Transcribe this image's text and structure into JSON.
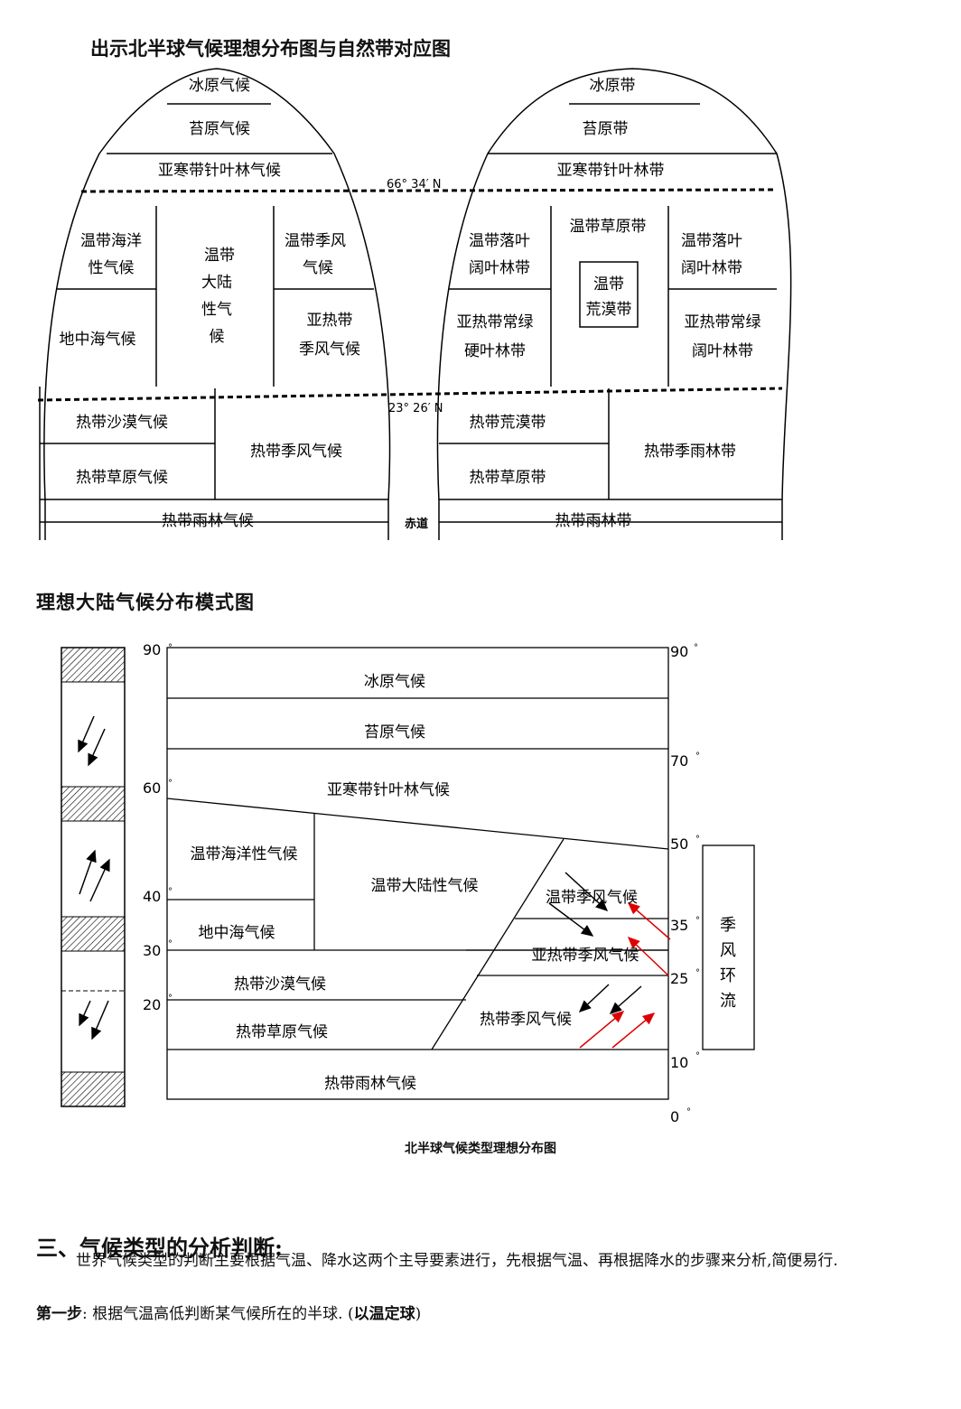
{
  "diagram1": {
    "title": "出示北半球气候理想分布图与自然带对应图",
    "lat_polar_circle": "66° 34′ N",
    "lat_tropic": "23° 26′ N",
    "equator": "赤道",
    "climate": {
      "ice_cap": "冰原气候",
      "tundra": "苔原气候",
      "subarctic": "亚寒带针叶林气候",
      "marine_west": [
        "温带海洋",
        "性气候"
      ],
      "continental": [
        "温带",
        "大陆",
        "性气",
        "候"
      ],
      "temp_monsoon": [
        "温带季风",
        "气候"
      ],
      "mediterranean": "地中海气候",
      "subtrop_monsoon": [
        "亚热带",
        "季风气候"
      ],
      "trop_desert": "热带沙漠气候",
      "trop_monsoon": "热带季风气候",
      "savanna": "热带草原气候",
      "rainforest": "热带雨林气候"
    },
    "zones": {
      "ice": "冰原带",
      "tundra": "苔原带",
      "taiga": "亚寒带针叶林带",
      "grassland": "温带草原带",
      "deciduous_w": [
        "温带落叶",
        "阔叶林带"
      ],
      "deciduous_e": [
        "温带落叶",
        "阔叶林带"
      ],
      "desert": [
        "温带",
        "荒漠带"
      ],
      "sclerophyll": [
        "亚热带常绿",
        "硬叶林带"
      ],
      "evergreen_broad": [
        "亚热带常绿",
        "阔叶林带"
      ],
      "trop_desert": "热带荒漠带",
      "trop_monsoon_forest": "热带季雨林带",
      "savanna": "热带草原带",
      "rainforest": "热带雨林带"
    }
  },
  "diagram2": {
    "title": "理想大陆气候分布模式图",
    "lat_left": [
      "90",
      "60",
      "40",
      "30",
      "20"
    ],
    "lat_right": [
      "90",
      "70",
      "50",
      "35",
      "25",
      "10",
      "0"
    ],
    "climates": {
      "ice_cap": "冰原气候",
      "tundra": "苔原气候",
      "subarctic": "亚寒带针叶林气候",
      "marine_west": "温带海洋性气候",
      "continental": "温带大陆性气候",
      "temp_monsoon": "温带季风气候",
      "mediterranean": "地中海气候",
      "subtrop_monsoon": "亚热带季风气候",
      "trop_desert": "热带沙漠气候",
      "savanna": "热带草原气候",
      "trop_monsoon": "热带季风气候",
      "rainforest": "热带雨林气候"
    },
    "monsoon_box": [
      "季",
      "风",
      "环",
      "流"
    ],
    "caption": "北半球气候类型理想分布图"
  },
  "section": {
    "heading": "三、气候类型的分析判断:",
    "paragraph": "世界气候类型的判断主要根据气温、降水这两个主导要素进行，先根据气温、再根据降水的步骤来分析,简便易行.",
    "step_label": "第一步",
    "step_text": ": 根据气温高低判断某气候所在的半球. (",
    "step_bold": "以温定球",
    "step_end": ")"
  }
}
